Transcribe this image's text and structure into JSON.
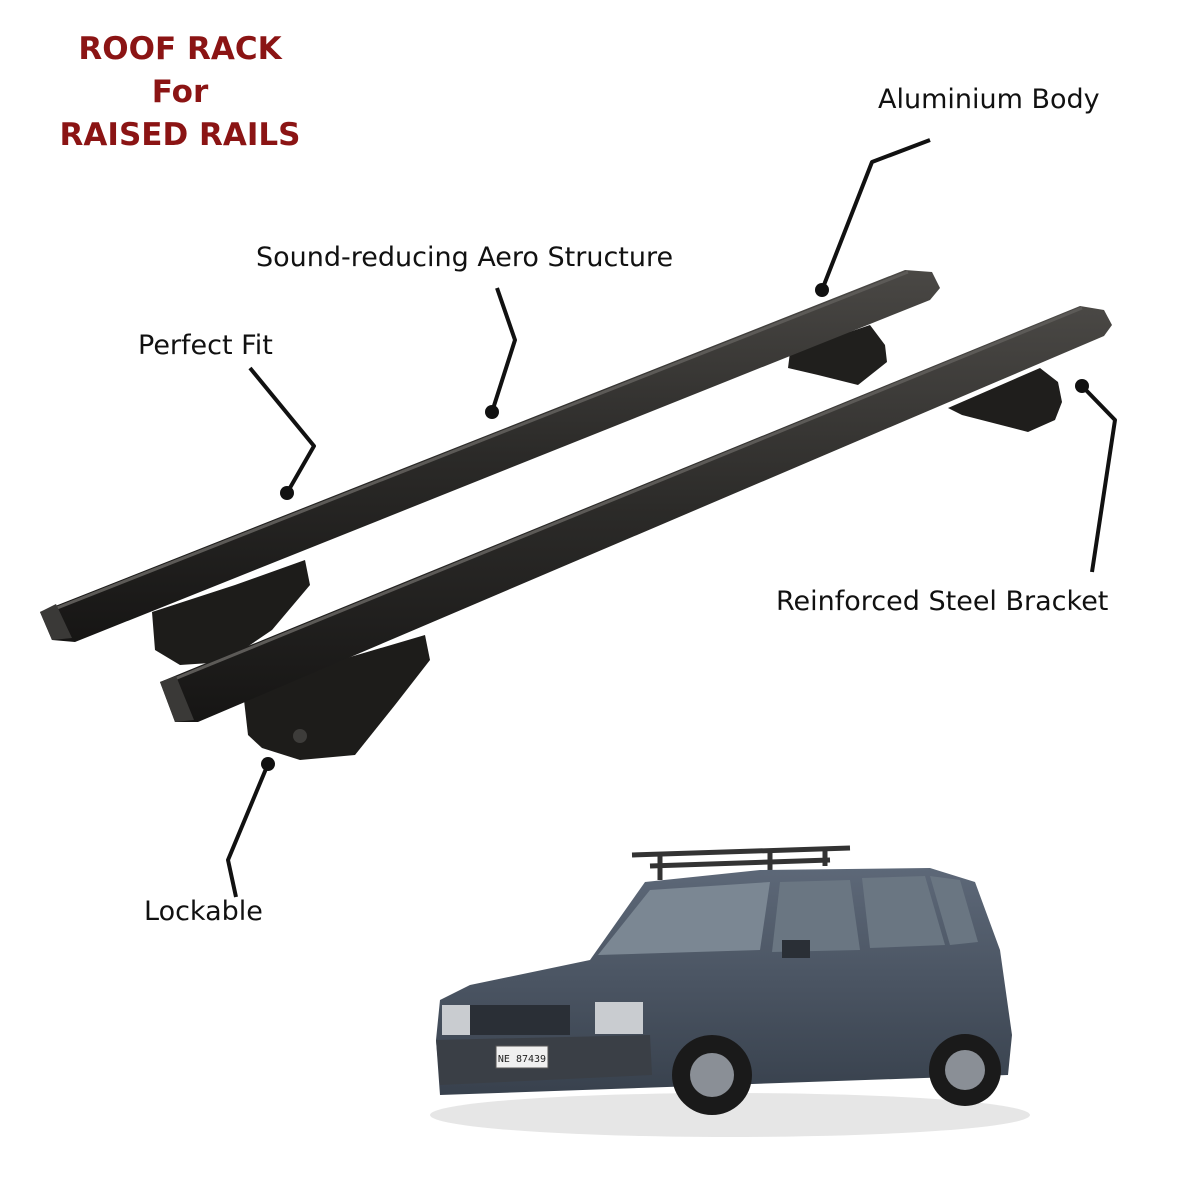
{
  "title": {
    "line1": "ROOF RACK",
    "line2": "For",
    "line3": "RAISED RAILS",
    "color": "#8b1414"
  },
  "callouts": {
    "aluminium_body": "Aluminium Body",
    "aero_structure": "Sound-reducing Aero Structure",
    "perfect_fit": "Perfect Fit",
    "steel_bracket": "Reinforced Steel Bracket",
    "lockable": "Lockable"
  },
  "car": {
    "plate": "NE 87439"
  },
  "colors": {
    "bar": "#2b2a28",
    "car_body": "#4a5566",
    "title": "#8b1414"
  }
}
